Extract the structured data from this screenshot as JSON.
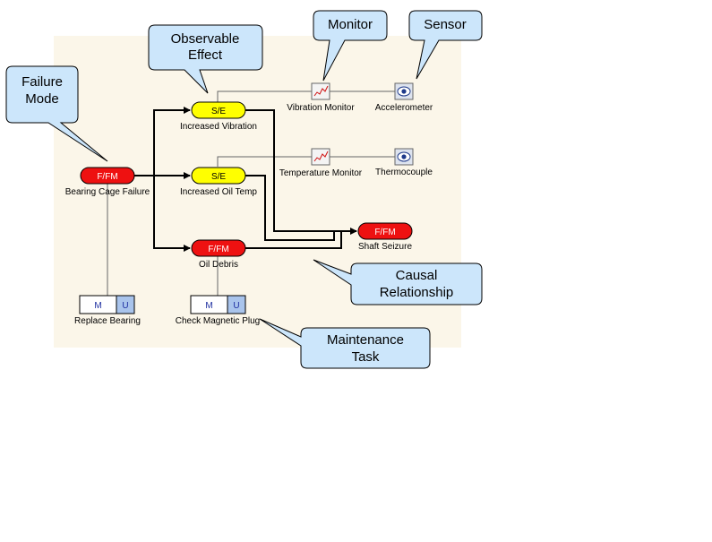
{
  "diagram": {
    "colors": {
      "panel_bg": "#fbf6e9",
      "failure_fill": "#ee1111",
      "effect_fill": "#ffff00",
      "callout_fill": "#cce6fb",
      "task_u_fill": "#a9c4ec",
      "link": "#000000",
      "thin_link": "#555555"
    },
    "failure_modes": {
      "bearing_cage": {
        "code": "F/FM",
        "label": "Bearing Cage Failure"
      },
      "oil_debris": {
        "code": "F/FM",
        "label": "Oil Debris"
      },
      "shaft_seizure": {
        "code": "F/FM",
        "label": "Shaft Seizure"
      }
    },
    "effects": {
      "vibration": {
        "code": "S/E",
        "label": "Increased Vibration"
      },
      "oil_temp": {
        "code": "S/E",
        "label": "Increased Oil Temp"
      }
    },
    "monitors": {
      "vibration": {
        "label": "Vibration Monitor",
        "icon": "chart-line-icon"
      },
      "temperature": {
        "label": "Temperature Monitor",
        "icon": "chart-line-icon"
      }
    },
    "sensors": {
      "accelerometer": {
        "label": "Accelerometer",
        "icon": "eye-icon"
      },
      "thermocouple": {
        "label": "Thermocouple",
        "icon": "eye-icon"
      }
    },
    "tasks": {
      "replace_bearing": {
        "left": "M",
        "right": "U",
        "label": "Replace Bearing"
      },
      "check_plug": {
        "left": "M",
        "right": "U",
        "label": "Check Magnetic Plug"
      }
    },
    "callouts": {
      "failure_mode": {
        "line1": "Failure",
        "line2": "Mode"
      },
      "observable_effect": {
        "line1": "Observable",
        "line2": "Effect"
      },
      "monitor": {
        "line1": "Monitor"
      },
      "sensor": {
        "line1": "Sensor"
      },
      "causal": {
        "line1": "Causal",
        "line2": "Relationship"
      },
      "maintenance": {
        "line1": "Maintenance",
        "line2": "Task"
      }
    }
  }
}
